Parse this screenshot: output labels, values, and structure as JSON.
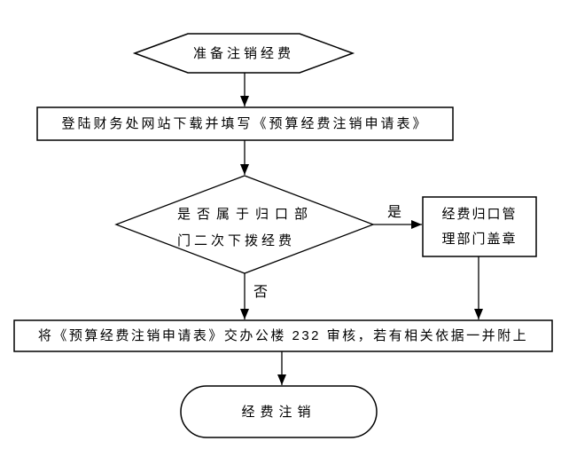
{
  "flowchart": {
    "colors": {
      "background": "#ffffff",
      "stroke": "#000000",
      "text": "#000000"
    },
    "nodes": {
      "start": {
        "shape": "hexagon",
        "label": "准备注销经费"
      },
      "download": {
        "shape": "rect",
        "label": "登陆财务处网站下载并填写《预算经费注销申请表》"
      },
      "decision": {
        "shape": "diamond",
        "line1": "是否属于归口部",
        "line2": "门二次下拨经费"
      },
      "stamp": {
        "shape": "rect",
        "line1": "经费归口管",
        "line2": "理部门盖章"
      },
      "review": {
        "shape": "rect",
        "label": "将《预算经费注销申请表》交办公楼 232 审核，若有相关依据一并附上"
      },
      "end": {
        "shape": "terminator",
        "label": "经费注销"
      }
    },
    "edge_labels": {
      "yes": "是",
      "no": "否"
    }
  }
}
